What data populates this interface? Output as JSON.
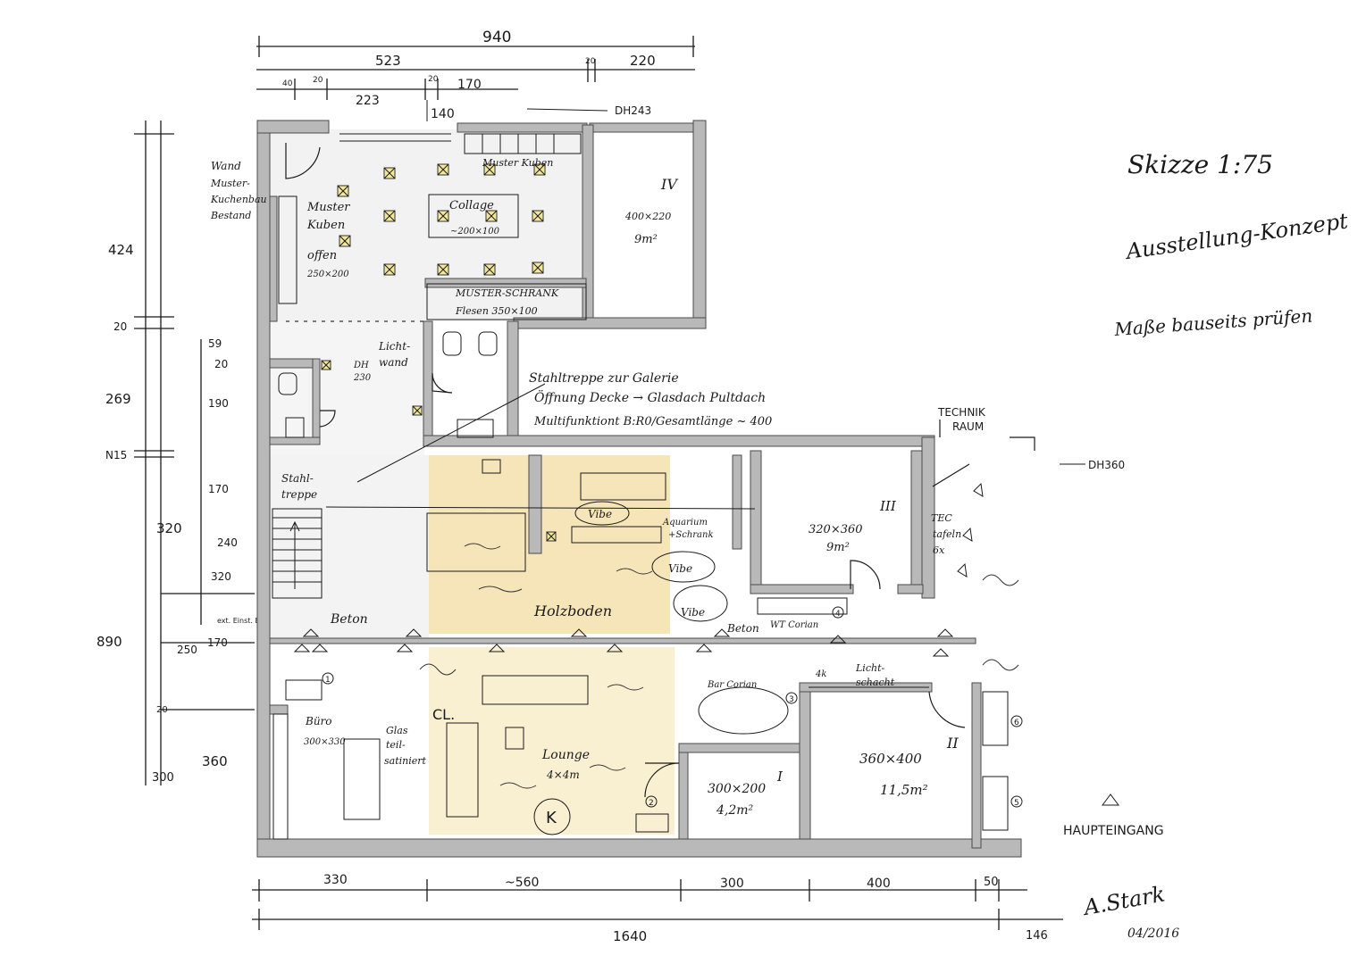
{
  "dimensions": {
    "top": {
      "overall": "940",
      "row2": [
        "523",
        "20",
        "220"
      ],
      "row3": [
        "40",
        "20",
        "20",
        "170",
        "223",
        "140"
      ],
      "dh_top": "DH243"
    },
    "left": {
      "outer": [
        "424",
        "20",
        "269",
        "N15",
        "320",
        "890"
      ],
      "inner": [
        "59",
        "20",
        "190",
        "170",
        "240",
        "320",
        "250",
        "170",
        "20",
        "300",
        "360"
      ],
      "note": "ext. Einst. Bei Sat. bedoot"
    },
    "bottom": {
      "row1": [
        "330",
        "~560",
        "300",
        "400",
        "50"
      ],
      "overall": "1640",
      "right": "146"
    },
    "right": {
      "dh": "DH360"
    }
  },
  "notes": {
    "scale": "Skizze 1:75",
    "title": "Ausstellung-Konzept",
    "subtitle": "Maße bauseits prüfen",
    "stair_note": [
      "Stahltreppe zur Galerie",
      "Öffnung Decke → Glasdach Pultdach",
      "Multifunktiont B:R0/Gesamtlänge ~ 400"
    ],
    "main_entrance": "HAUPTEINGANG",
    "technik": [
      "TECHNIK",
      "RAUM"
    ],
    "signature": "A.Stark",
    "date": "04/2016"
  },
  "rooms": {
    "wand": [
      "Wand",
      "Muster-",
      "Kuchenbau",
      "Bestand"
    ],
    "muster_kuben": [
      "Muster",
      "Kuben",
      "offen",
      "250×200"
    ],
    "collage": [
      "Collage",
      "~200×100"
    ],
    "muster_kuben_top": "Muster Kuben",
    "muster_schrank": [
      "MUSTER-SCHRANK",
      "Flesen 350×100"
    ],
    "room_iv": [
      "IV",
      "400×220",
      "9m²"
    ],
    "licht_wand": [
      "Licht-",
      "wand"
    ],
    "dh230": [
      "DH",
      "230"
    ],
    "stahltreppe": [
      "Stahl-",
      "treppe"
    ],
    "vibe_1": "Vibe",
    "vibe_2": "Vibe",
    "vibe_3": "Vibe",
    "aquarium": [
      "Aquarium",
      "+Schrank"
    ],
    "holzboden": "Holzboden",
    "beton_left": "Beton",
    "beton_mid": "Beton",
    "wt_corian": "WT Corian",
    "room_iii": [
      "III",
      "320×360",
      "9m²"
    ],
    "tec_tafeln": [
      "TEC",
      "tafeln",
      "6x"
    ],
    "buero": [
      "Büro",
      "300×330"
    ],
    "glas": [
      "Glas",
      "teil-",
      "satiniert"
    ],
    "lounge": [
      "Lounge",
      "4×4m"
    ],
    "k_marker": "K",
    "bar_corian": "Bar Corian",
    "licht_schacht": [
      "Licht-",
      "schacht"
    ],
    "room_i": [
      "I",
      "300×200",
      "4,2m²"
    ],
    "room_ii": [
      "II",
      "360×400",
      "11,5m²"
    ],
    "cl": "CL.",
    "four_k": "4k",
    "circles": [
      "1",
      "2",
      "3",
      "4",
      "5",
      "6"
    ]
  }
}
